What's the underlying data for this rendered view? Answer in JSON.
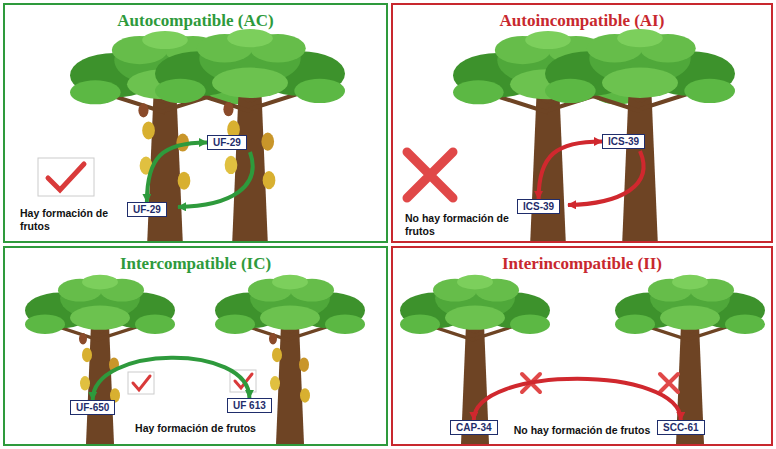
{
  "diagram": {
    "nodes": [
      {
        "text": [
          "Autocompatible (AC)",
          "Hay formación de frutos"
        ]
      },
      {
        "text": [
          "UF-29"
        ],
        "in": 0
      },
      {
        "text": [
          "UF-29"
        ],
        "in": 0
      },
      {
        "text": [
          "Autoincompatible (AI)",
          "No hay formación de frutos"
        ]
      },
      {
        "text": [
          "ICS-39"
        ],
        "in": 3
      },
      {
        "text": [
          "ICS-39"
        ],
        "in": 3
      },
      {
        "text": [
          "Intercompatible (IC)",
          "Hay formación de frutos"
        ]
      },
      {
        "text": [
          "UF-650"
        ],
        "in": 6
      },
      {
        "text": [
          "UF 613"
        ],
        "in": 6
      },
      {
        "text": [
          "Interincompatible (II)",
          "No hay formación de frutos"
        ]
      },
      {
        "text": [
          "CAP-34"
        ],
        "in": 9
      },
      {
        "text": [
          "SCC-61"
        ],
        "in": 9
      }
    ],
    "edges": [
      {
        "from": 2,
        "to": 1,
        "arrow": "both"
      },
      {
        "from": 5,
        "to": 4,
        "arrow": "both"
      },
      {
        "from": 7,
        "to": 8,
        "arrow": "both"
      },
      {
        "from": 10,
        "to": 11,
        "arrow": "both"
      }
    ]
  }
}
